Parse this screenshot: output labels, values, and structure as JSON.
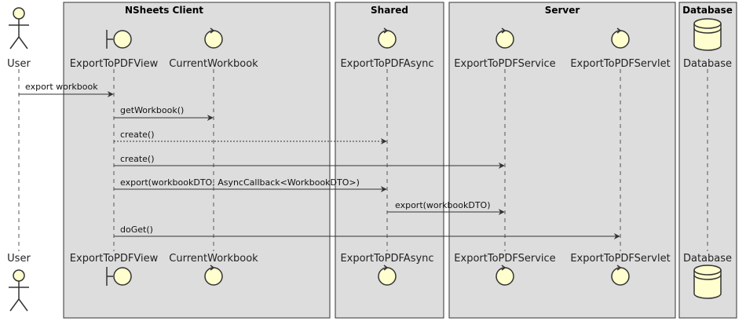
{
  "diagram": {
    "boxes": [
      {
        "title": "NSheets Client"
      },
      {
        "title": "Shared"
      },
      {
        "title": "Server"
      },
      {
        "title": "Database"
      }
    ],
    "participants": [
      {
        "name": "User",
        "kind": "actor"
      },
      {
        "name": "ExportToPDFView",
        "kind": "boundary"
      },
      {
        "name": "CurrentWorkbook",
        "kind": "control"
      },
      {
        "name": "ExportToPDFAsync",
        "kind": "control"
      },
      {
        "name": "ExportToPDFService",
        "kind": "control"
      },
      {
        "name": "ExportToPDFServlet",
        "kind": "control"
      },
      {
        "name": "Database",
        "kind": "database"
      }
    ],
    "messages": [
      {
        "from": "User",
        "to": "ExportToPDFView",
        "label": "export workbook",
        "style": "solid"
      },
      {
        "from": "ExportToPDFView",
        "to": "CurrentWorkbook",
        "label": "getWorkbook()",
        "style": "solid"
      },
      {
        "from": "ExportToPDFView",
        "to": "ExportToPDFAsync",
        "label": "create()",
        "style": "dotted"
      },
      {
        "from": "ExportToPDFView",
        "to": "ExportToPDFService",
        "label": "create()",
        "style": "solid"
      },
      {
        "from": "ExportToPDFView",
        "to": "ExportToPDFAsync",
        "label": "export(workbookDTO, AsyncCallback<WorkbookDTO>)",
        "style": "solid"
      },
      {
        "from": "ExportToPDFAsync",
        "to": "ExportToPDFService",
        "label": "export(workbookDTO)",
        "style": "solid"
      },
      {
        "from": "ExportToPDFView",
        "to": "ExportToPDFServlet",
        "label": "doGet()",
        "style": "solid"
      }
    ]
  }
}
